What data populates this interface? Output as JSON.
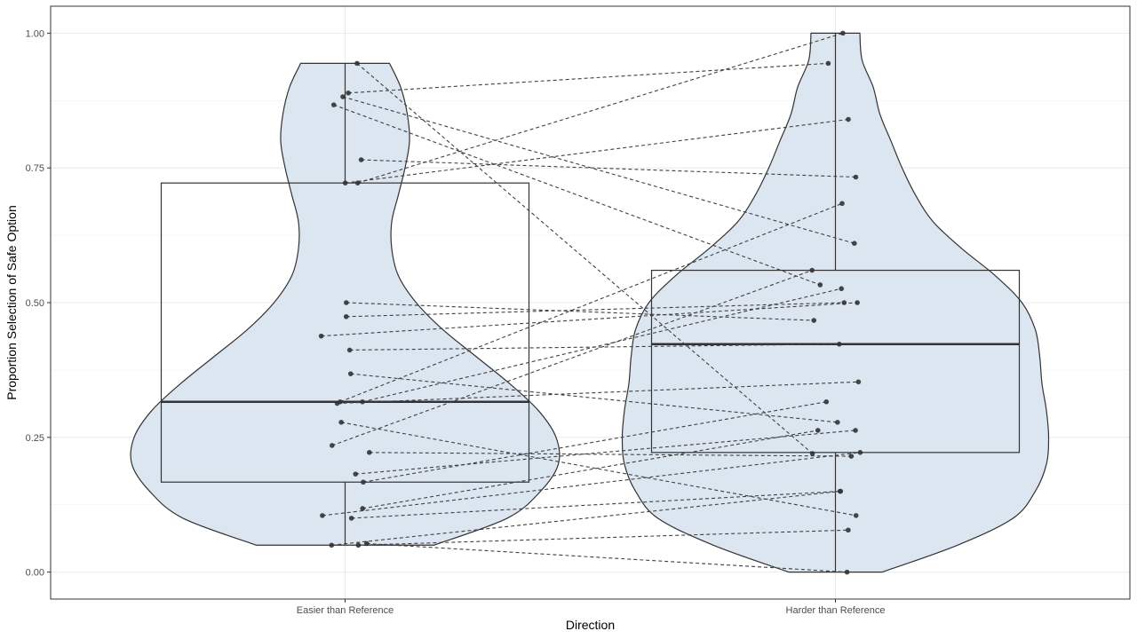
{
  "chart_data": {
    "type": "violin-box-paired",
    "xlabel": "Direction",
    "ylabel": "Proportion Selection of Safe Option",
    "categories": [
      "Easier than Reference",
      "Harder than Reference"
    ],
    "ylim": [
      -0.05,
      1.05
    ],
    "yticks": [
      0,
      0.25,
      0.5,
      0.75,
      1
    ],
    "ytick_labels": [
      "0.00",
      "0.25",
      "0.50",
      "0.75",
      "1.00"
    ],
    "grid": true,
    "fill_color": "#dbe6f0",
    "outline_color": "#333333",
    "point_color": "#333333",
    "pair_line_color": "#404040",
    "boxes": [
      {
        "category": "Easier than Reference",
        "q1": 0.167,
        "median": 0.316,
        "q3": 0.722,
        "whisker_low": 0.05,
        "whisker_high": 0.944
      },
      {
        "category": "Harder than Reference",
        "q1": 0.222,
        "median": 0.423,
        "q3": 0.56,
        "whisker_low": 0.0,
        "whisker_high": 1.0
      }
    ],
    "violins": [
      {
        "category": "Easier than Reference",
        "range": [
          0.05,
          0.944
        ],
        "density": [
          [
            0.05,
            0.4
          ],
          [
            0.1,
            0.73
          ],
          [
            0.15,
            0.88
          ],
          [
            0.2,
            0.96
          ],
          [
            0.25,
            0.95
          ],
          [
            0.3,
            0.87
          ],
          [
            0.35,
            0.74
          ],
          [
            0.4,
            0.59
          ],
          [
            0.45,
            0.44
          ],
          [
            0.5,
            0.32
          ],
          [
            0.55,
            0.24
          ],
          [
            0.6,
            0.21
          ],
          [
            0.65,
            0.21
          ],
          [
            0.7,
            0.24
          ],
          [
            0.75,
            0.27
          ],
          [
            0.8,
            0.29
          ],
          [
            0.85,
            0.28
          ],
          [
            0.9,
            0.25
          ],
          [
            0.944,
            0.2
          ]
        ]
      },
      {
        "category": "Harder than Reference",
        "range": [
          0.0,
          1.0
        ],
        "density": [
          [
            0.0,
            0.21
          ],
          [
            0.05,
            0.55
          ],
          [
            0.1,
            0.8
          ],
          [
            0.15,
            0.9
          ],
          [
            0.2,
            0.95
          ],
          [
            0.25,
            0.96
          ],
          [
            0.3,
            0.95
          ],
          [
            0.35,
            0.93
          ],
          [
            0.4,
            0.92
          ],
          [
            0.45,
            0.9
          ],
          [
            0.5,
            0.84
          ],
          [
            0.55,
            0.72
          ],
          [
            0.6,
            0.57
          ],
          [
            0.65,
            0.44
          ],
          [
            0.7,
            0.36
          ],
          [
            0.75,
            0.3
          ],
          [
            0.8,
            0.25
          ],
          [
            0.85,
            0.2
          ],
          [
            0.9,
            0.17
          ],
          [
            0.95,
            0.12
          ],
          [
            1.0,
            0.11
          ]
        ]
      }
    ],
    "pairs": [
      {
        "easier": 0.944,
        "harder": 0.22
      },
      {
        "easier": 0.889,
        "harder": 0.944
      },
      {
        "easier": 0.882,
        "harder": 0.61
      },
      {
        "easier": 0.867,
        "harder": 0.533
      },
      {
        "easier": 0.765,
        "harder": 0.733
      },
      {
        "easier": 0.722,
        "harder": 1.0
      },
      {
        "easier": 0.722,
        "harder": 0.84
      },
      {
        "easier": 0.5,
        "harder": 0.467
      },
      {
        "easier": 0.474,
        "harder": 0.5
      },
      {
        "easier": 0.438,
        "harder": 0.5
      },
      {
        "easier": 0.412,
        "harder": 0.423
      },
      {
        "easier": 0.368,
        "harder": 0.278
      },
      {
        "easier": 0.316,
        "harder": 0.684
      },
      {
        "easier": 0.316,
        "harder": 0.526
      },
      {
        "easier": 0.313,
        "harder": 0.353
      },
      {
        "easier": 0.278,
        "harder": 0.105
      },
      {
        "easier": 0.235,
        "harder": 0.56
      },
      {
        "easier": 0.222,
        "harder": 0.215
      },
      {
        "easier": 0.182,
        "harder": 0.263
      },
      {
        "easier": 0.167,
        "harder": 0.316
      },
      {
        "easier": 0.118,
        "harder": 0.263
      },
      {
        "easier": 0.105,
        "harder": 0.222
      },
      {
        "easier": 0.1,
        "harder": 0.15
      },
      {
        "easier": 0.053,
        "harder": 0.0
      },
      {
        "easier": 0.05,
        "harder": 0.15
      },
      {
        "easier": 0.05,
        "harder": 0.078
      }
    ]
  }
}
